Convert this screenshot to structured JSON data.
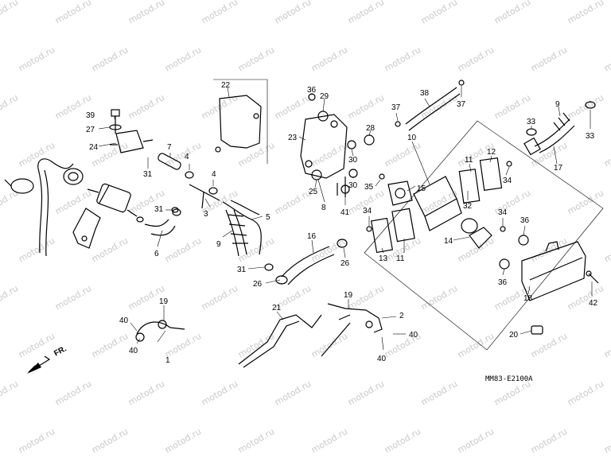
{
  "diagram_code": "MM83-E2100A",
  "direction_label": "FR.",
  "watermark_text": "motod.ru",
  "colors": {
    "ink": "#000000",
    "watermark": "#c9c9c9",
    "background": "#ffffff"
  },
  "callouts": {
    "c1": "1",
    "c2": "2",
    "c3": "3",
    "c4a": "4",
    "c4b": "4",
    "c5": "5",
    "c6": "6",
    "c7": "7",
    "c8": "8",
    "c9a": "9",
    "c9b": "9",
    "c10": "10",
    "c11a": "11",
    "c11b": "11",
    "c12": "12",
    "c13": "13",
    "c14": "14",
    "c15": "15",
    "c16": "16",
    "c17": "17",
    "c18": "18",
    "c19a": "19",
    "c19b": "19",
    "c20": "20",
    "c21": "21",
    "c22": "22",
    "c23": "23",
    "c24": "24",
    "c25": "25",
    "c26a": "26",
    "c26b": "26",
    "c27": "27",
    "c28": "28",
    "c29": "29",
    "c30a": "30",
    "c30b": "30",
    "c31a": "31",
    "c31b": "31",
    "c31c": "31",
    "c32": "32",
    "c33a": "33",
    "c33b": "33",
    "c34a": "34",
    "c34b": "34",
    "c34c": "34",
    "c35": "35",
    "c36a": "36",
    "c36b": "36",
    "c36c": "36",
    "c37a": "37",
    "c37b": "37",
    "c38": "38",
    "c39": "39",
    "c40a": "40",
    "c40b": "40",
    "c40c": "40",
    "c40d": "40",
    "c41": "41",
    "c42": "42"
  }
}
